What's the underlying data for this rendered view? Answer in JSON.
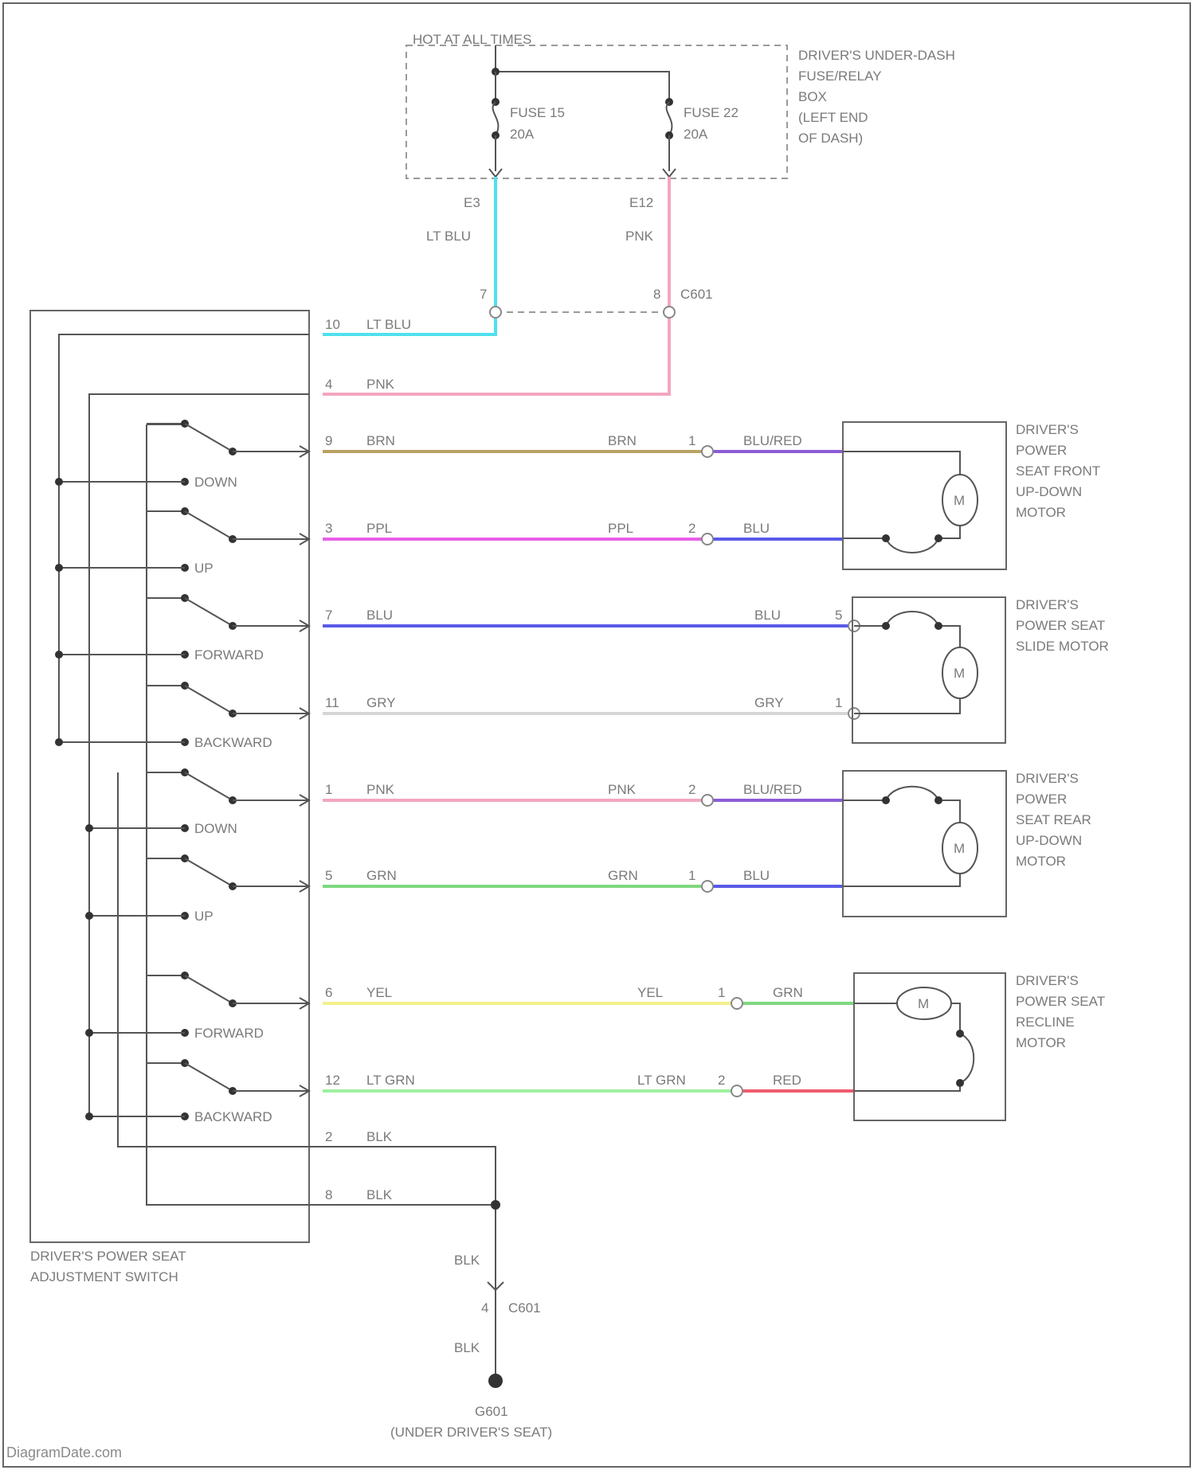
{
  "fuse_box": {
    "hot_label": "HOT AT ALL TIMES",
    "name_lines": [
      "DRIVER'S UNDER-DASH",
      "FUSE/RELAY",
      "BOX",
      "(LEFT END",
      "OF DASH)"
    ],
    "fuse_a": {
      "name": "FUSE 15",
      "rating": "20A",
      "terminal": "E3"
    },
    "fuse_b": {
      "name": "FUSE 22",
      "rating": "20A",
      "terminal": "E12"
    }
  },
  "feed_wires": {
    "a_color_name": "LT BLU",
    "b_color_name": "PNK",
    "a_hex": "#4fe0ee",
    "b_hex": "#f3a6c2"
  },
  "connector_c601": {
    "name": "C601",
    "pin_a": "7",
    "pin_b": "8"
  },
  "switch": {
    "name_lines": [
      "DRIVER'S POWER SEAT",
      "ADJUSTMENT SWITCH"
    ],
    "positions": [
      "DOWN",
      "UP",
      "FORWARD",
      "BACKWARD",
      "DOWN",
      "UP",
      "FORWARD",
      "BACKWARD"
    ]
  },
  "switch_feed_pins": [
    {
      "pin": "10",
      "color": "LT BLU",
      "hex": "#4fe0ee"
    },
    {
      "pin": "4",
      "color": "PNK",
      "hex": "#f3a6c2"
    }
  ],
  "wires": [
    {
      "pin": "9",
      "color": "BRN",
      "color_far": "BRN",
      "motor_pin": "1",
      "motor_wire": "BLU/RED",
      "hex": "#b9a264",
      "motor_hex": "#8c5cd6"
    },
    {
      "pin": "3",
      "color": "PPL",
      "color_far": "PPL",
      "motor_pin": "2",
      "motor_wire": "BLU",
      "hex": "#e85ee8",
      "motor_hex": "#5a5ae8"
    },
    {
      "pin": "7",
      "color": "BLU",
      "color_far": "BLU",
      "motor_pin": "5",
      "motor_wire": "",
      "hex": "#5a5ae8",
      "motor_hex": "#5a5ae8"
    },
    {
      "pin": "11",
      "color": "GRY",
      "color_far": "GRY",
      "motor_pin": "1",
      "motor_wire": "",
      "hex": "#d6d6d6",
      "motor_hex": "#d6d6d6"
    },
    {
      "pin": "1",
      "color": "PNK",
      "color_far": "PNK",
      "motor_pin": "2",
      "motor_wire": "BLU/RED",
      "hex": "#f3a6c2",
      "motor_hex": "#8c5cd6"
    },
    {
      "pin": "5",
      "color": "GRN",
      "color_far": "GRN",
      "motor_pin": "1",
      "motor_wire": "BLU",
      "hex": "#7fd77f",
      "motor_hex": "#5a5ae8"
    },
    {
      "pin": "6",
      "color": "YEL",
      "color_far": "YEL",
      "motor_pin": "1",
      "motor_wire": "GRN",
      "hex": "#f3f08c",
      "motor_hex": "#7fd77f"
    },
    {
      "pin": "12",
      "color": "LT GRN",
      "color_far": "LT GRN",
      "motor_pin": "2",
      "motor_wire": "RED",
      "hex": "#9ef09e",
      "motor_hex": "#ee5c6c"
    }
  ],
  "motors": [
    {
      "name_lines": [
        "DRIVER'S",
        "POWER",
        "SEAT FRONT",
        "UP-DOWN",
        "MOTOR"
      ],
      "symbol": "M"
    },
    {
      "name_lines": [
        "DRIVER'S",
        "POWER SEAT",
        "SLIDE MOTOR"
      ],
      "symbol": "M"
    },
    {
      "name_lines": [
        "DRIVER'S",
        "POWER",
        "SEAT REAR",
        "UP-DOWN",
        "MOTOR"
      ],
      "symbol": "M"
    },
    {
      "name_lines": [
        "DRIVER'S",
        "POWER SEAT",
        "RECLINE",
        "MOTOR"
      ],
      "symbol": "M"
    }
  ],
  "grounds": {
    "pins": [
      {
        "pin": "2",
        "color": "BLK"
      },
      {
        "pin": "8",
        "color": "BLK"
      }
    ],
    "down_wire_a": "BLK",
    "down_wire_b": "BLK",
    "connector": "C601",
    "connector_pin": "4",
    "ground_name": "G601",
    "ground_location": "(UNDER DRIVER'S SEAT)"
  },
  "watermark": "DiagramDate.com"
}
